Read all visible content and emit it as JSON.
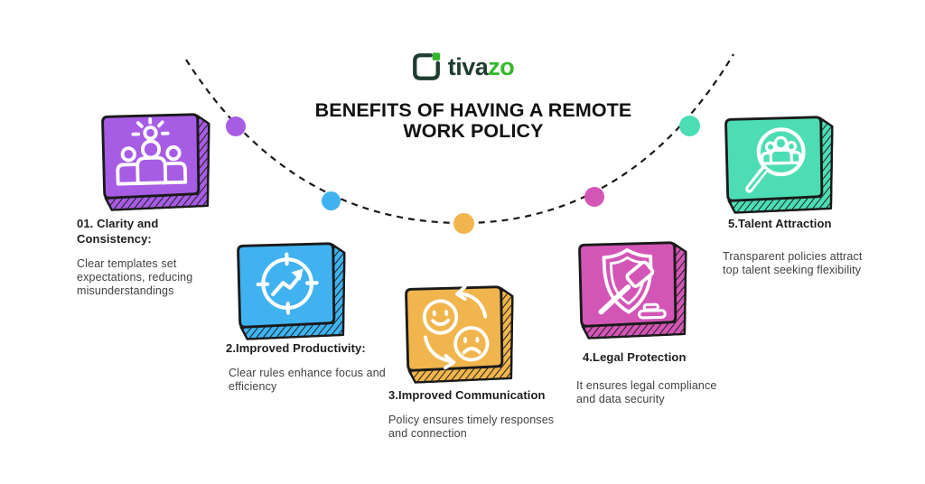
{
  "logo": {
    "brand_prefix": "tiva",
    "brand_suffix": "zo",
    "prefix_color": "#1e3d2f",
    "suffix_color": "#35b72b"
  },
  "title": {
    "line1": "BENEFITS OF HAVING A REMOTE",
    "line2": "WORK POLICY"
  },
  "items": [
    {
      "heading": "01. Clarity and Consistency:",
      "body": "Clear templates set expectations, reducing misunderstandings",
      "color": "#a75ce4",
      "icon": "team-people-icon"
    },
    {
      "heading": "2.Improved Productivity:",
      "body": "Clear rules enhance focus and efficiency",
      "color": "#40b2ef",
      "icon": "growth-chart-icon"
    },
    {
      "heading": "3.Improved Communication",
      "body": "Policy ensures timely responses and connection",
      "color": "#f0b54d",
      "icon": "feedback-faces-icon"
    },
    {
      "heading": "4.Legal Protection",
      "body": "It ensures legal compliance and data security",
      "color": "#d356b6",
      "icon": "shield-gavel-icon"
    },
    {
      "heading": "5.Talent Attraction",
      "body": "Transparent policies attract top talent seeking flexibility",
      "color": "#4dddb4",
      "icon": "talent-search-icon"
    }
  ],
  "outline_color": "#1a1a1a"
}
